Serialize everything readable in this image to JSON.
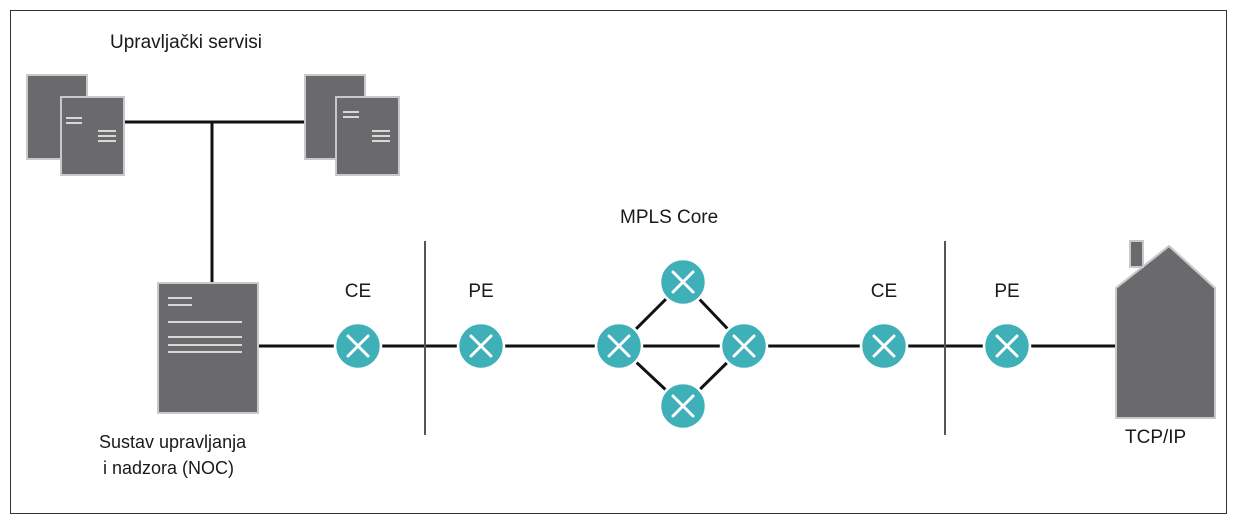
{
  "labels": {
    "management_services": "Upravljački servisi",
    "mpls_core": "MPLS Core",
    "ce_left": "CE",
    "pe_left": "PE",
    "ce_right": "CE",
    "pe_right": "PE",
    "noc_line1": "Sustav upravljanja",
    "noc_line2": "i nadzora (NOC)",
    "tcpip": "TCP/IP"
  },
  "icons": {
    "router": "router-x-icon",
    "server": "server-icon",
    "house": "house-icon"
  },
  "colors": {
    "router_fill": "#3fb0b8",
    "router_stroke": "#ffffff",
    "device_fill": "#6a6a6c",
    "device_stroke": "#c9c9cb",
    "line": "#111111",
    "divider": "#555555",
    "frame": "#333333"
  }
}
